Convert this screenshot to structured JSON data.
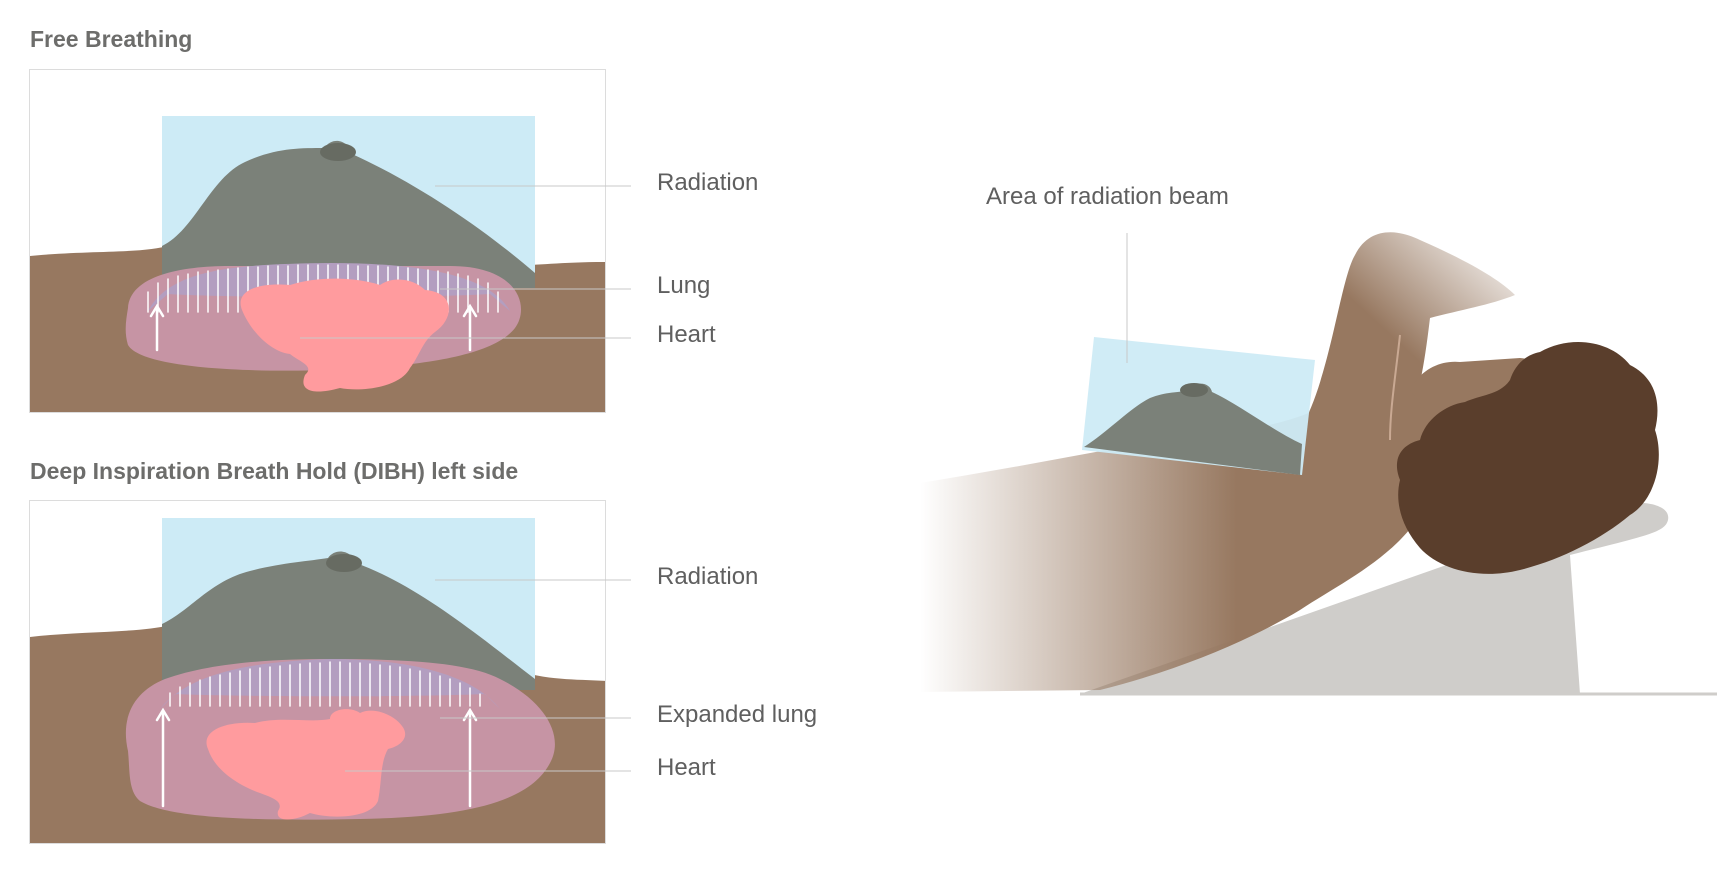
{
  "free_breathing": {
    "title": "Free Breathing",
    "labels": {
      "radiation": "Radiation",
      "lung": "Lung",
      "heart": "Heart"
    }
  },
  "dibh": {
    "title": "Deep Inspiration Breath Hold (DIBH) left side",
    "labels": {
      "radiation": "Radiation",
      "lung": "Expanded lung",
      "heart": "Heart"
    }
  },
  "patient": {
    "beam_label": "Area of radiation beam"
  },
  "colors": {
    "radiation": "#cdebf6",
    "breast": "#7b8179",
    "skin": "#977860",
    "lung": "#c694a4",
    "heart": "#ff9b9e",
    "hair": "#5a3e2c",
    "wedge": "#cfcdca"
  }
}
